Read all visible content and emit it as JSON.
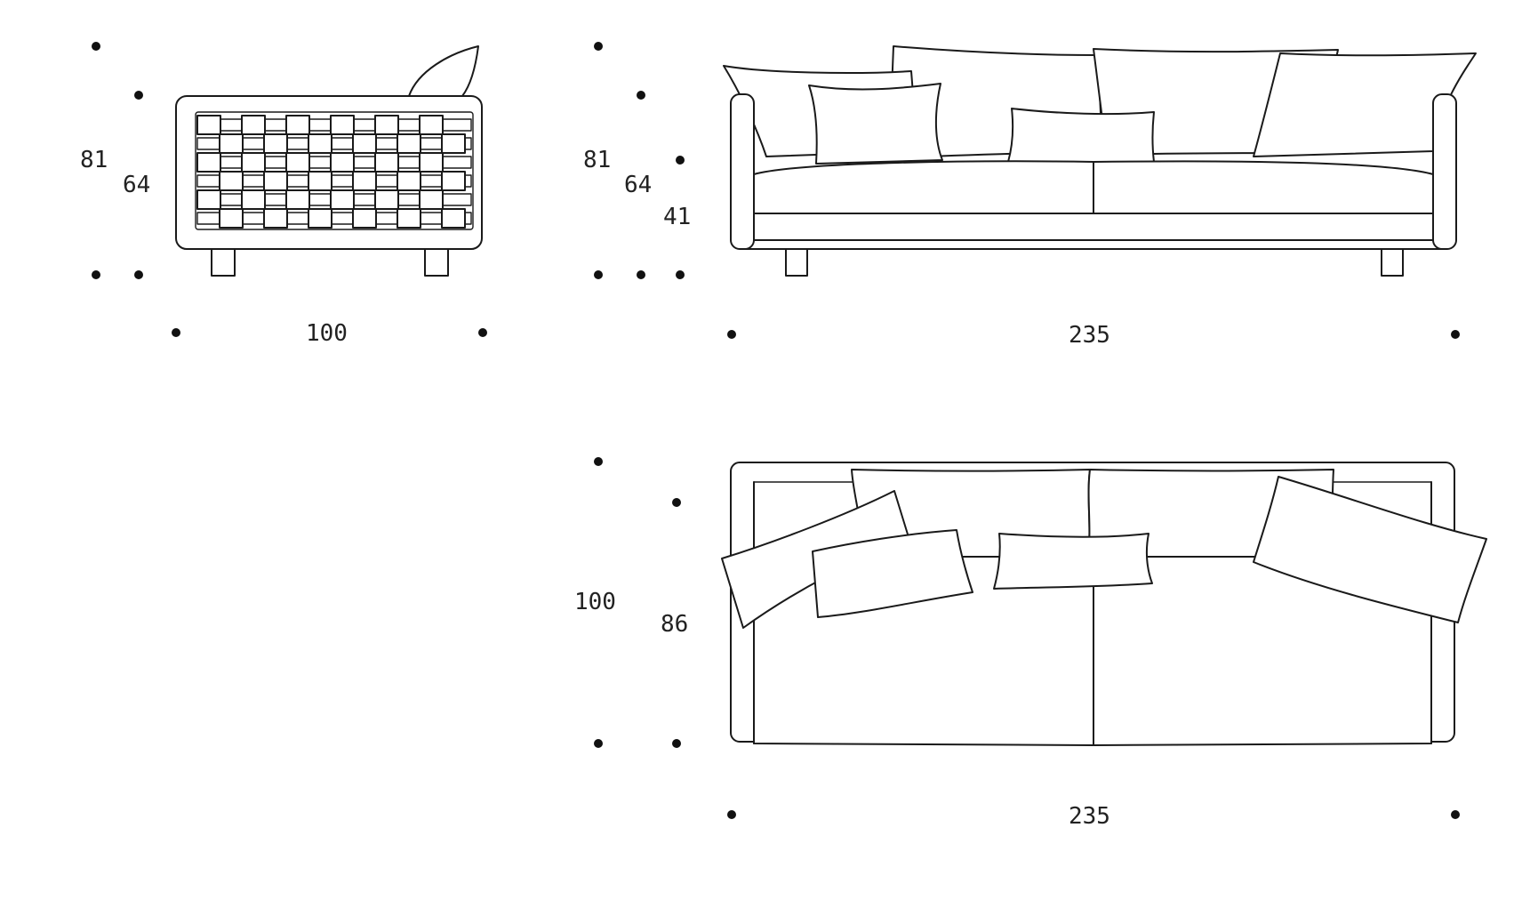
{
  "views": {
    "side": {
      "height_overall": "81",
      "seat_back_height": "64",
      "depth": "100"
    },
    "front": {
      "height_overall": "81",
      "back_height": "64",
      "seat_height": "41",
      "width": "235"
    },
    "top": {
      "depth_overall": "100",
      "seat_depth": "86",
      "width": "235"
    }
  }
}
